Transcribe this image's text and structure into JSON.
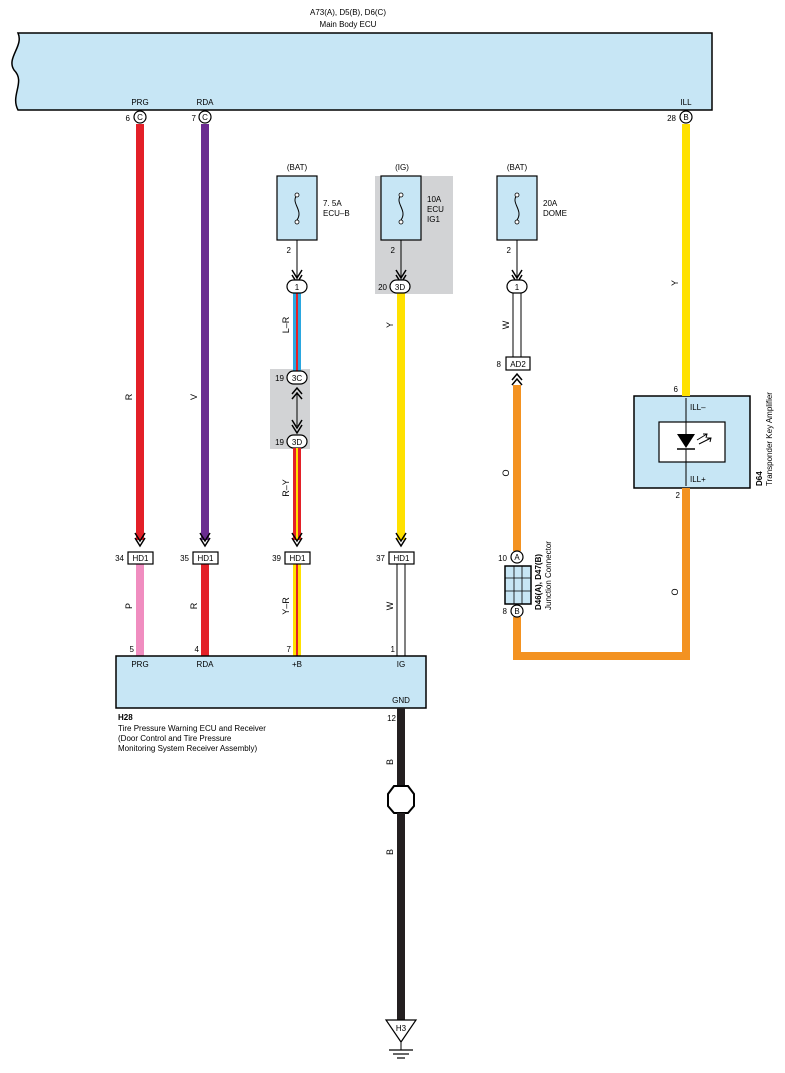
{
  "ecu": {
    "title": "A73(A), D5(B), D6(C)",
    "name": "Main Body ECU"
  },
  "ecu_pins": [
    {
      "num": "6",
      "conn": "C",
      "label": "PRG"
    },
    {
      "num": "7",
      "conn": "C",
      "label": "RDA"
    },
    {
      "num": "28",
      "conn": "B",
      "label": "ILL"
    }
  ],
  "fuses": [
    {
      "source": "(BAT)",
      "rating": "7. 5A",
      "name": "ECU–B",
      "name2": "",
      "pin": "2"
    },
    {
      "source": "(IG)",
      "rating": "10A",
      "name": "ECU",
      "name2": "IG1",
      "pin": "2"
    },
    {
      "source": "(BAT)",
      "rating": "20A",
      "name": "DOME",
      "name2": "",
      "pin": "2"
    }
  ],
  "junction": {
    "j1": {
      "num": "",
      "label": "1"
    },
    "j3c": {
      "num": "19",
      "label": "3C"
    },
    "j3d_a": {
      "num": "19",
      "label": "3D"
    },
    "j3d_b": {
      "num": "20",
      "label": "3D"
    },
    "j1_dome": {
      "num": "",
      "label": "1"
    },
    "ad2": {
      "num": "8",
      "label": "AD2"
    }
  },
  "wire_labels": {
    "r1": "R",
    "v": "V",
    "lr": "L–R",
    "ry": "R–Y",
    "y1": "Y",
    "w1": "W",
    "o1": "O",
    "y2": "Y",
    "p": "P",
    "r2": "R",
    "yr": "Y–R",
    "w2": "W",
    "o2": "O",
    "b1": "B",
    "b2": "B"
  },
  "hd1": [
    {
      "num": "34",
      "label": "HD1"
    },
    {
      "num": "35",
      "label": "HD1"
    },
    {
      "num": "39",
      "label": "HD1"
    },
    {
      "num": "37",
      "label": "HD1"
    }
  ],
  "receiver": {
    "id": "H28",
    "desc1": "Tire Pressure Warning ECU and Receiver",
    "desc2": "(Door Control and Tire Pressure",
    "desc3": " Monitoring System Receiver Assembly)",
    "pins": [
      {
        "num": "5",
        "label": "PRG"
      },
      {
        "num": "4",
        "label": "RDA"
      },
      {
        "num": "7",
        "label": "+B"
      },
      {
        "num": "1",
        "label": "IG"
      }
    ],
    "gnd_label": "GND",
    "gnd_num": "12"
  },
  "amplifier": {
    "id": "D64",
    "name": "Transponder Key Amplifier",
    "pin_top": "6",
    "pin_bottom": "2",
    "label_top": "ILL–",
    "label_bottom": "ILL+"
  },
  "jconn": {
    "id": "D46(A), D47(B)",
    "name": "Junction Connector",
    "pin_a": "10",
    "conn_a": "A",
    "pin_b": "8",
    "conn_b": "B"
  },
  "ground": {
    "label": "H3"
  },
  "colors": {
    "red": "#e32028",
    "purple": "#6b2c91",
    "yellow": "#ffe100",
    "orange": "#f39221",
    "pink": "#f08dc0",
    "blue": "#2aa7e0",
    "black": "#231f20",
    "box": "#c7e6f5",
    "shade": "#d2d3d5"
  }
}
